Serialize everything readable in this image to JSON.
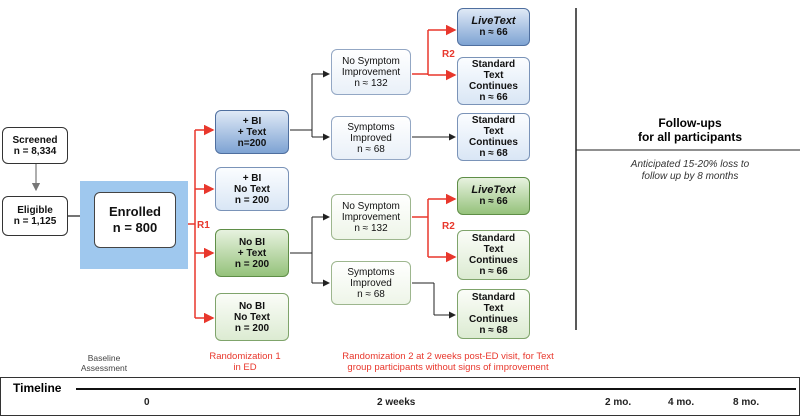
{
  "screened": {
    "title": "Screened",
    "n": "n = 8,334"
  },
  "eligible": {
    "title": "Eligible",
    "n": "n = 1,125"
  },
  "enrolled": {
    "title": "Enrolled",
    "n": "n = 800"
  },
  "r1_label": "R1",
  "r2_label": "R2",
  "arms": [
    {
      "l1": "+ BI",
      "l2": "+ Text",
      "n": "n=200"
    },
    {
      "l1": "+ BI",
      "l2": "No Text",
      "n": "n = 200"
    },
    {
      "l1": "No BI",
      "l2": "+ Text",
      "n": "n = 200"
    },
    {
      "l1": "No BI",
      "l2": "No Text",
      "n": "n = 200"
    }
  ],
  "response_top": [
    {
      "l1": "No Symptom",
      "l2": "Improvement",
      "n": "n ≈ 132"
    },
    {
      "l1": "Symptoms",
      "l2": "Improved",
      "n": "n ≈ 68"
    }
  ],
  "response_bottom": [
    {
      "l1": "No Symptom",
      "l2": "Improvement",
      "n": "n ≈ 132"
    },
    {
      "l1": "Symptoms",
      "l2": "Improved",
      "n": "n ≈ 68"
    }
  ],
  "outcomes_top": [
    {
      "type": "live",
      "l1": "LiveText",
      "n": "n ≈ 66"
    },
    {
      "type": "std",
      "l1": "Standard",
      "l2": "Text",
      "l3": "Continues",
      "n": "n ≈ 66"
    },
    {
      "type": "std",
      "l1": "Standard",
      "l2": "Text",
      "l3": "Continues",
      "n": "n ≈ 68"
    }
  ],
  "outcomes_bottom": [
    {
      "type": "live",
      "l1": "LiveText",
      "n": "n ≈ 66"
    },
    {
      "type": "std",
      "l1": "Standard",
      "l2": "Text",
      "l3": "Continues",
      "n": "n ≈ 66"
    },
    {
      "type": "std",
      "l1": "Standard",
      "l2": "Text",
      "l3": "Continues",
      "n": "n ≈ 68"
    }
  ],
  "followup": {
    "title_l1": "Follow-ups",
    "title_l2": "for all participants",
    "note_l1": "Anticipated 15-20% loss to",
    "note_l2": "follow up by 8 months"
  },
  "bottom_labels": {
    "baseline_l1": "Baseline",
    "baseline_l2": "Assessment",
    "rand1_l1": "Randomization 1",
    "rand1_l2": "in ED",
    "rand2_l1": "Randomization 2 at 2 weeks post-ED visit, for Text",
    "rand2_l2": "group participants without signs of improvement"
  },
  "timeline": {
    "title": "Timeline",
    "t0": "0",
    "t1": "2 weeks",
    "t2": "2 mo.",
    "t3": "4 mo.",
    "t4": "8 mo."
  },
  "colors": {
    "red": "#e8372c",
    "blue": "#7ea3d3",
    "green": "#95c27b",
    "enrolled_bg": "#9fc8ee"
  }
}
